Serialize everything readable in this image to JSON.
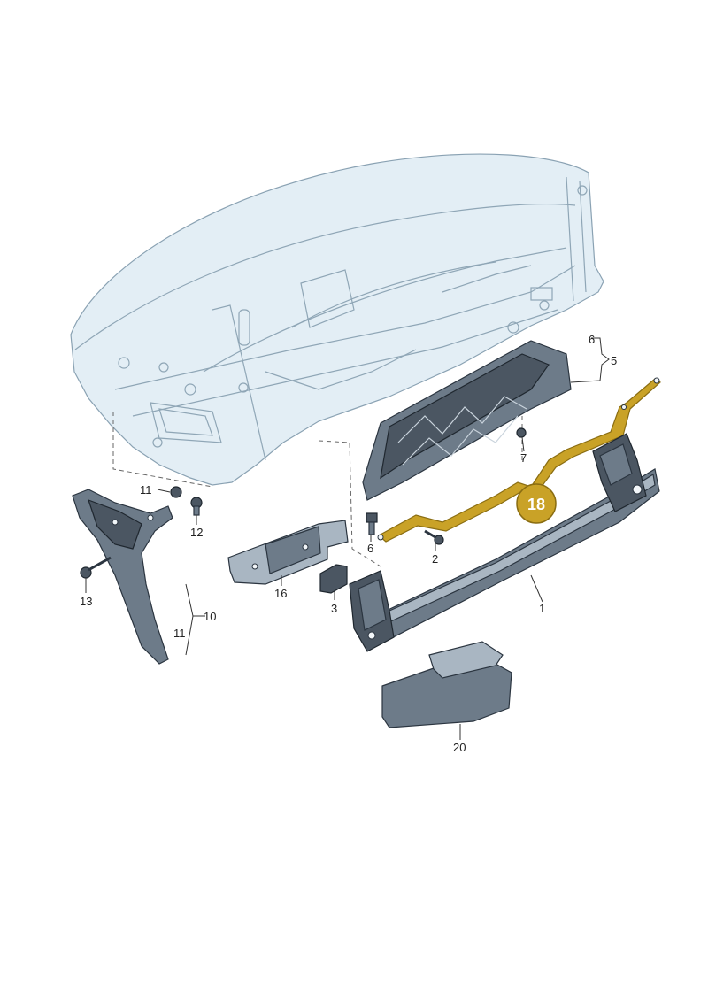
{
  "labels": {
    "l1": "1",
    "l2": "2",
    "l3": "3",
    "l5": "5",
    "l6a": "6",
    "l6b": "6",
    "l7": "7",
    "l10": "10",
    "l11a": "11",
    "l11b": "11",
    "l12": "12",
    "l13": "13",
    "l16": "16",
    "l18": "18",
    "l20": "20"
  },
  "colors": {
    "highlight": "#c9a227",
    "highlight_stroke": "#8a6d12",
    "body": "#e3eef5",
    "part": "#6d7b89"
  }
}
